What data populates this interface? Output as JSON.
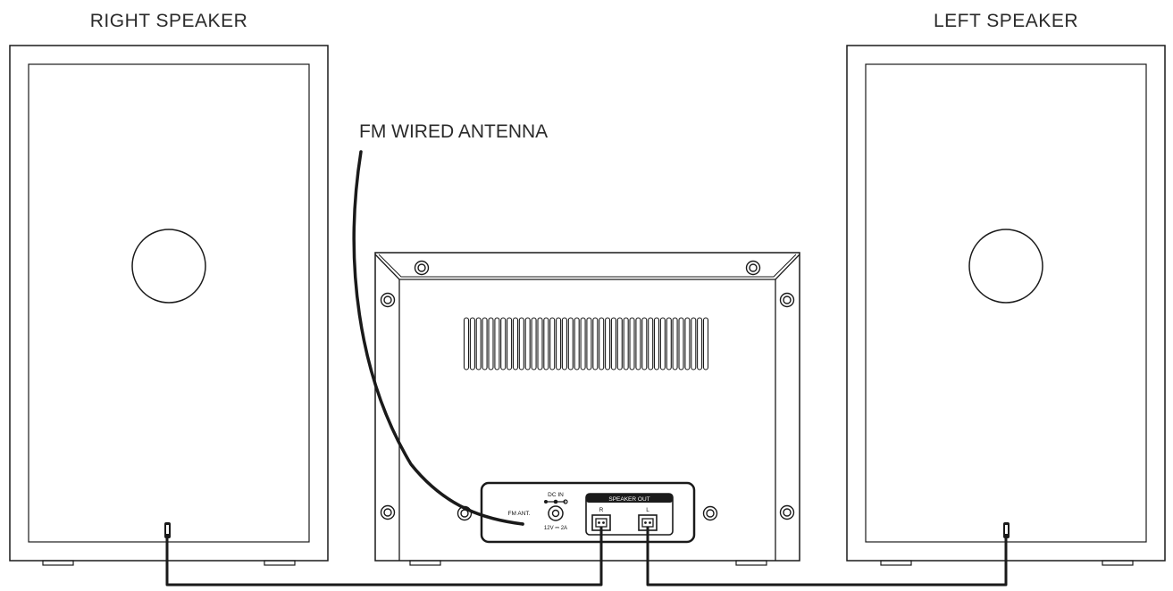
{
  "labels": {
    "right_speaker": "RIGHT SPEAKER",
    "left_speaker": "LEFT SPEAKER",
    "fm_antenna": "FM WIRED ANTENNA"
  },
  "panel": {
    "fm_ant": "FM ANT.",
    "dc_in": "DC IN",
    "dc_rating": "12V ⎓ 2A",
    "speaker_out": "SPEAKER OUT",
    "r": "R",
    "l": "L"
  },
  "colors": {
    "line": "#1a1a1a",
    "background": "#ffffff"
  }
}
